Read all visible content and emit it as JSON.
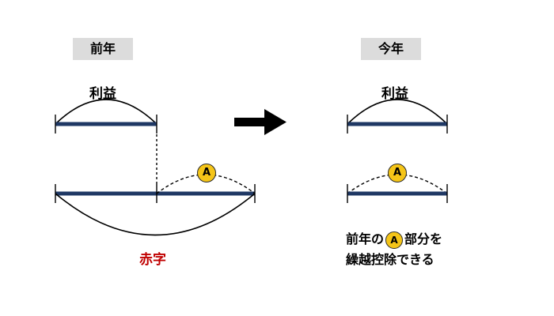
{
  "colors": {
    "bar": "#1f3864",
    "loss_text": "#c00000",
    "marker_fill": "#f5c518",
    "tag_bg": "#dcdcdc"
  },
  "left": {
    "tag": "前年",
    "profit_label": "利益",
    "loss_label": "赤字",
    "marker_label": "A"
  },
  "right": {
    "tag": "今年",
    "profit_label": "利益",
    "marker_label": "A"
  },
  "note": {
    "line1_before": "前年の",
    "marker_label": "A",
    "line1_after": "部分を",
    "line2": "繰越控除できる"
  }
}
